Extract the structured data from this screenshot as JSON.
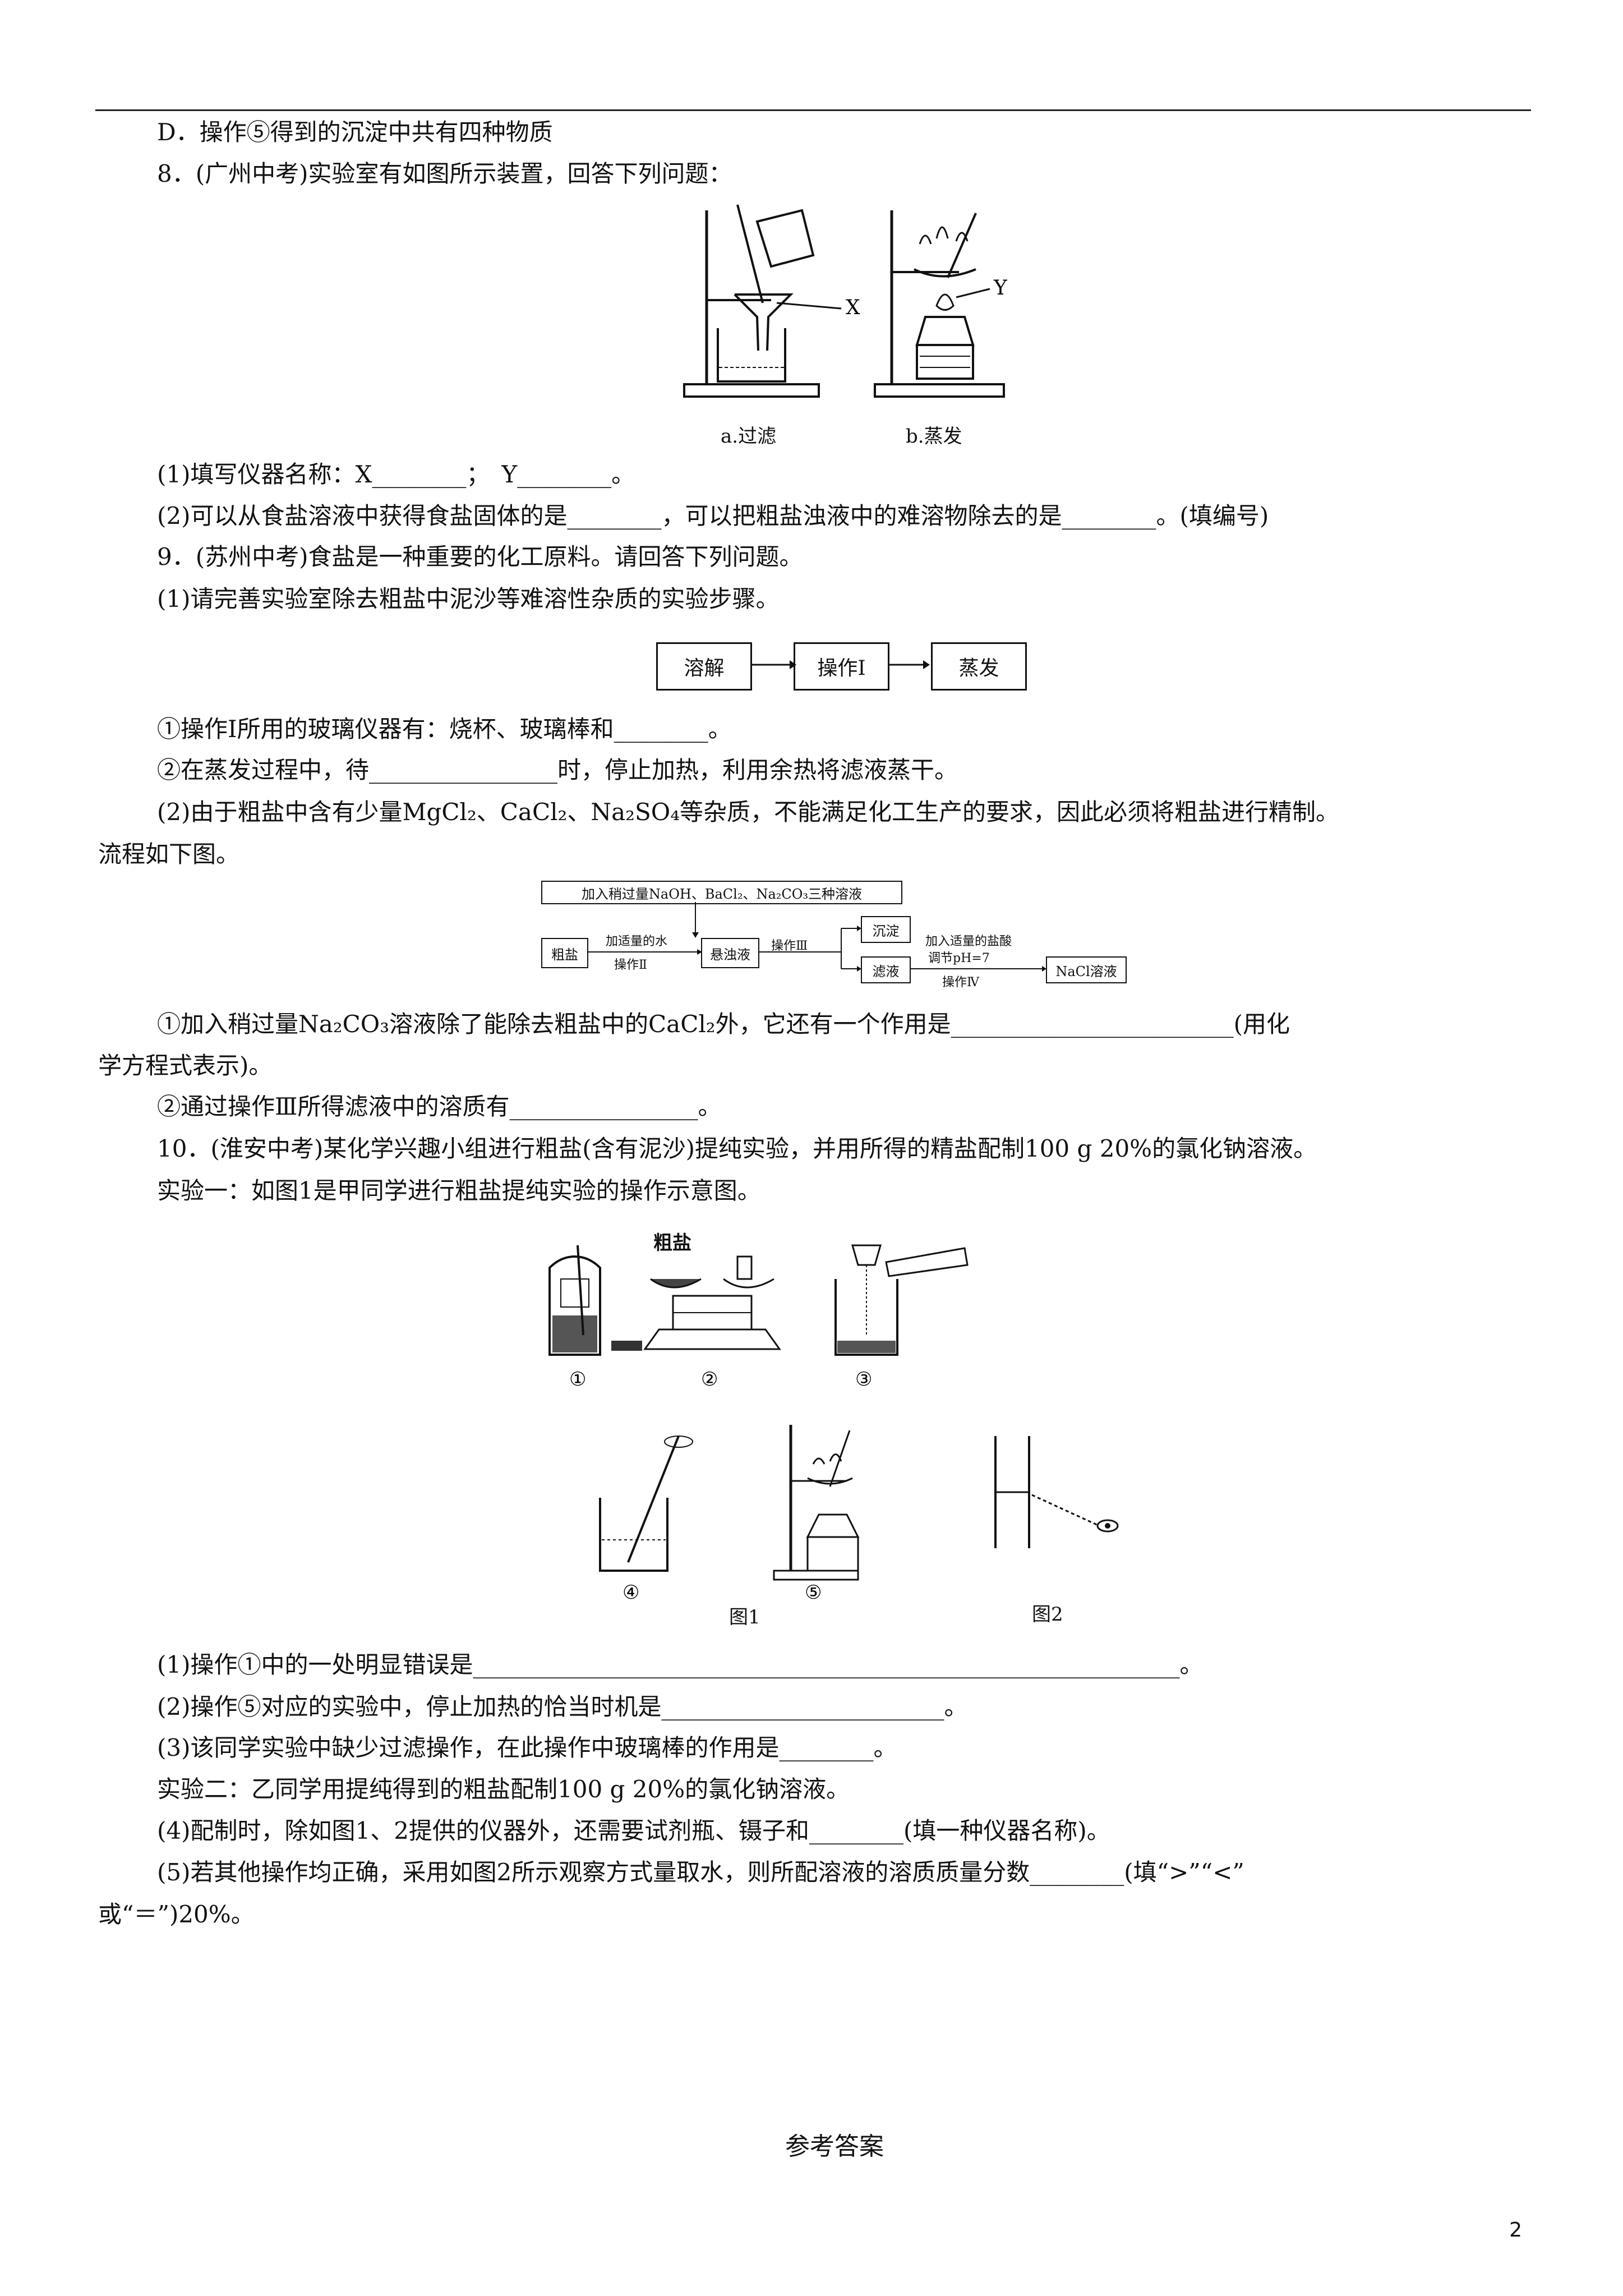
{
  "q7": {
    "optionD": "D．操作⑤得到的沉淀中共有四种物质"
  },
  "q8": {
    "stem": "8．(广州中考)实验室有如图所示装置，回答下列问题：",
    "fig_a_caption": "a.过滤",
    "fig_b_caption": "b.蒸发",
    "label_x": "X",
    "label_y": "Y",
    "sub1": "(1)填写仪器名称：X________；　Y________。",
    "sub2": "(2)可以从食盐溶液中获得食盐固体的是________，可以把粗盐浊液中的难溶物除去的是________。(填编号)"
  },
  "q9": {
    "stem": "9．(苏州中考)食盐是一种重要的化工原料。请回答下列问题。",
    "sub1": "(1)请完善实验室除去粗盐中泥沙等难溶性杂质的实验步骤。",
    "flow1": [
      "溶解",
      "操作Ⅰ",
      "蒸发"
    ],
    "sub1a": "①操作Ⅰ所用的玻璃仪器有：烧杯、玻璃棒和________。",
    "sub1b": "②在蒸发过程中，待________________时，停止加热，利用余热将滤液蒸干。",
    "sub2_line1": "(2)由于粗盐中含有少量MgCl₂、CaCl₂、Na₂SO₄等杂质，不能满足化工生产的要求，因此必须将粗盐进行精制。",
    "sub2_line2": "流程如下图。",
    "flow2": {
      "top_box": "加入稍过量NaOH、BaCl₂、Na₂CO₃三种溶液",
      "coarse_salt": "粗盐",
      "add_water": "加适量的水",
      "op2": "操作Ⅱ",
      "suspension": "悬浊液",
      "op3": "操作Ⅲ",
      "precipitate": "沉淀",
      "filtrate": "滤液",
      "add_acid": "加入适量的盐酸",
      "adjust_ph": "调节pH=7",
      "op4": "操作Ⅳ",
      "nacl": "NaCl溶液"
    },
    "sub2a_line1": "①加入稍过量Na₂CO₃溶液除了能除去粗盐中的CaCl₂外，它还有一个作用是________________________(用化",
    "sub2a_line2": "学方程式表示)。",
    "sub2b": "②通过操作Ⅲ所得滤液中的溶质有________________。"
  },
  "q10": {
    "stem": "10．(淮安中考)某化学兴趣小组进行粗盐(含有泥沙)提纯实验，并用所得的精盐配制100 g 20%的氯化钠溶液。",
    "exp1": "实验一：如图1是甲同学进行粗盐提纯实验的操作示意图。",
    "fig_labels": [
      "①",
      "②",
      "③",
      "④",
      "⑤"
    ],
    "coarse_salt_label": "粗盐",
    "fig1": "图1",
    "fig2": "图2",
    "sub1": "(1)操作①中的一处明显错误是____________________________________________________________。",
    "sub2": "(2)操作⑤对应的实验中，停止加热的恰当时机是________________________。",
    "sub3": "(3)该同学实验中缺少过滤操作，在此操作中玻璃棒的作用是________。",
    "exp2": "实验二：乙同学用提纯得到的粗盐配制100 g 20%的氯化钠溶液。",
    "sub4": "(4)配制时，除如图1、2提供的仪器外，还需要试剂瓶、镊子和________(填一种仪器名称)。",
    "sub5_line1": "(5)若其他操作均正确，采用如图2所示观察方式量取水，则所配溶液的溶质质量分数________(填“>”“<”",
    "sub5_line2": "或“＝”)20%。"
  },
  "answer_title": "参考答案",
  "page_number": "2"
}
